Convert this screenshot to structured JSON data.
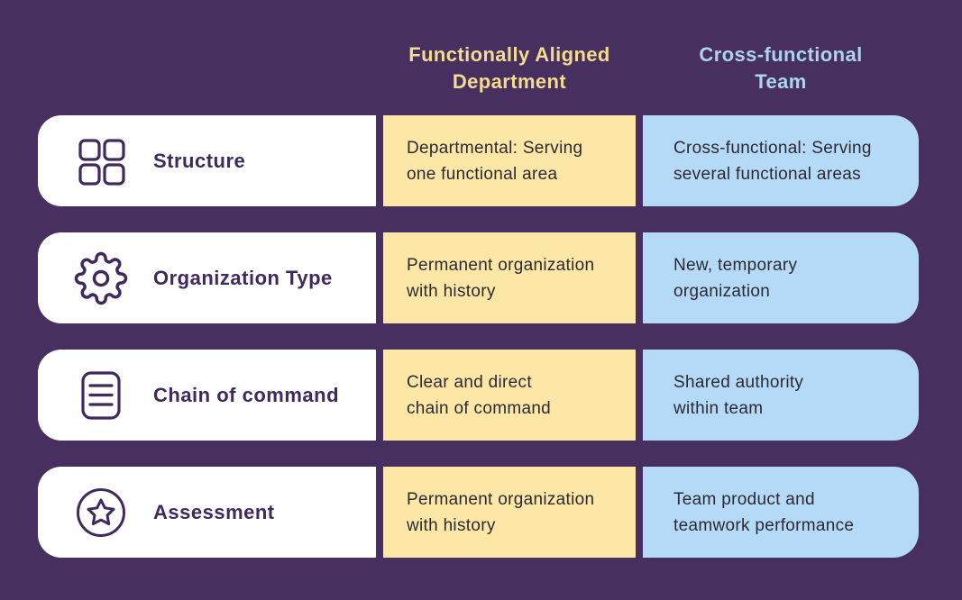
{
  "title": "Functionally Aligned Department vs Cross-functional Team comparison table",
  "palette": {
    "background": "#47305f",
    "label_cell": "#ffffff",
    "col1_cell": "#fce7a6",
    "col2_cell": "#b4daf8",
    "header_col1_text": "#f3dc90",
    "header_col2_text": "#aed3f2",
    "label_text": "#3e2a5c",
    "cell_text": "#2b2a33",
    "icon_stroke": "#3e2a5c"
  },
  "header": {
    "col1": "Functionally Aligned\nDepartment",
    "col2": "Cross-functional\nTeam"
  },
  "rows": [
    {
      "icon": "grid-icon",
      "label": "Structure",
      "col1": "Departmental: Serving\none functional area",
      "col2": "Cross-functional: Serving\nseveral functional areas"
    },
    {
      "icon": "gear-icon",
      "label": "Organization Type",
      "col1": "Permanent organization\nwith history",
      "col2": "New, temporary\norganization"
    },
    {
      "icon": "document-icon",
      "label": "Chain of command",
      "col1": "Clear and direct\nchain of command",
      "col2": "Shared authority\nwithin team"
    },
    {
      "icon": "star-icon",
      "label": "Assessment",
      "col1": "Permanent organization\nwith history",
      "col2": "Team product and\nteamwork performance"
    }
  ]
}
